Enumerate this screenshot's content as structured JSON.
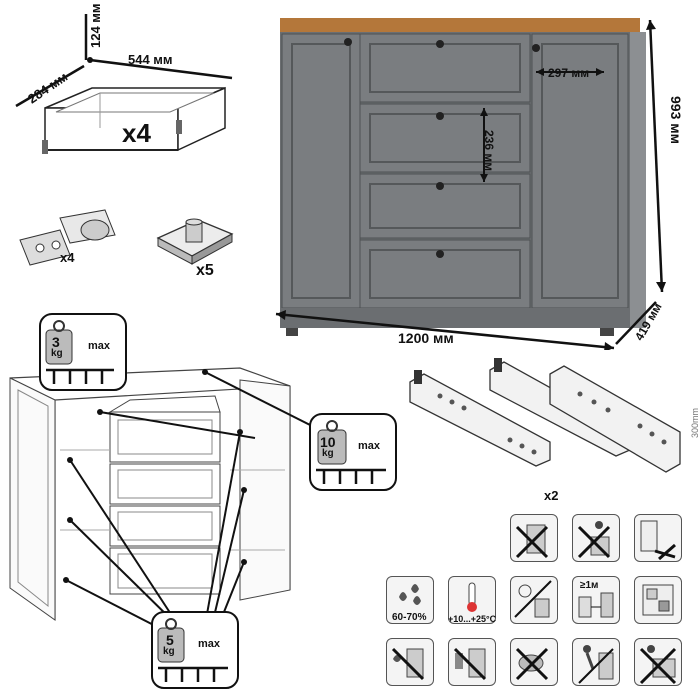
{
  "drawer_dims": {
    "height": "124 мм",
    "width": "544 мм",
    "depth": "284 мм",
    "quantity": "x4"
  },
  "hinge": {
    "quantity": "x4"
  },
  "foot": {
    "quantity": "x5"
  },
  "cabinet_dims": {
    "drawer_front_width": "297 мм",
    "drawer_front_height": "236 мм",
    "height": "993 мм",
    "width": "1200 мм",
    "depth": "419 мм"
  },
  "load_top": {
    "weight": "3",
    "unit": "kg",
    "max": "max"
  },
  "load_drawer": {
    "weight": "10",
    "unit": "kg",
    "max": "max"
  },
  "load_shelf": {
    "weight": "5",
    "unit": "kg",
    "max": "max"
  },
  "runners": {
    "quantity": "x2",
    "length": "300mm"
  },
  "conditions": {
    "humidity": "60-70%",
    "temperature": "+10...+25°C",
    "distance": "≥1м"
  },
  "colors": {
    "body": "#6b6e71",
    "top": "#b4773a",
    "handle": "#222222"
  }
}
